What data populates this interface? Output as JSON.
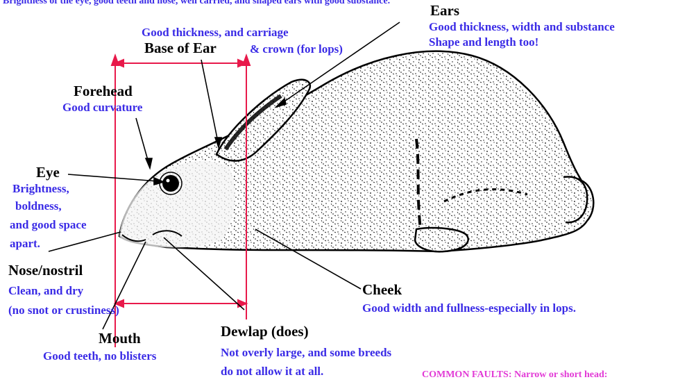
{
  "colors": {
    "label": "#000000",
    "description": "#3a2be6",
    "guide_lines": "#e8194a",
    "common_faults": "#e23ad6"
  },
  "top_cut_text": "Brightness of the eye, good teeth and nose, well carried, and shaped ears with good substance.",
  "callouts": {
    "ears": {
      "label": "Ears",
      "desc_1": "Good thickness, width and substance",
      "desc_2": "Shape and length too!"
    },
    "base_of_ear": {
      "label": "Base of Ear",
      "desc_1": "Good thickness, and carriage",
      "desc_2": "& crown (for lops)"
    },
    "forehead": {
      "label": "Forehead",
      "desc": "Good curvature"
    },
    "eye": {
      "label": "Eye",
      "desc_1": "Brightness,",
      "desc_2": "boldness,",
      "desc_3": "and good space",
      "desc_4": "apart."
    },
    "nose": {
      "label": "Nose/nostril",
      "desc_1": "Clean, and dry",
      "desc_2": "(no snot or crustiness)"
    },
    "cheek": {
      "label": "Cheek",
      "desc": "Good width and fullness-especially in lops."
    },
    "mouth": {
      "label": "Mouth",
      "desc": "Good teeth, no blisters"
    },
    "dewlap": {
      "label": "Dewlap (does)",
      "desc_1": "Not overly large, and some breeds",
      "desc_2": "do not allow it at all."
    }
  },
  "common_faults": "COMMON FAULTS:  Narrow or short head:"
}
